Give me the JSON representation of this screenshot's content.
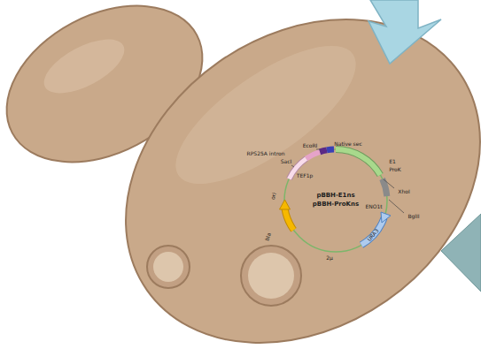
{
  "diagram": {
    "labels": [
      "Native sec",
      "EcoRI",
      "RPS25A intron",
      "SacI",
      "TEF1p",
      "E1",
      "ProK",
      "XhoI",
      "ENO1t",
      "BglII",
      "URA3",
      "2μ",
      "bla",
      "ori",
      "pBBH-E1ns",
      "pBBH-ProKns"
    ]
  }
}
